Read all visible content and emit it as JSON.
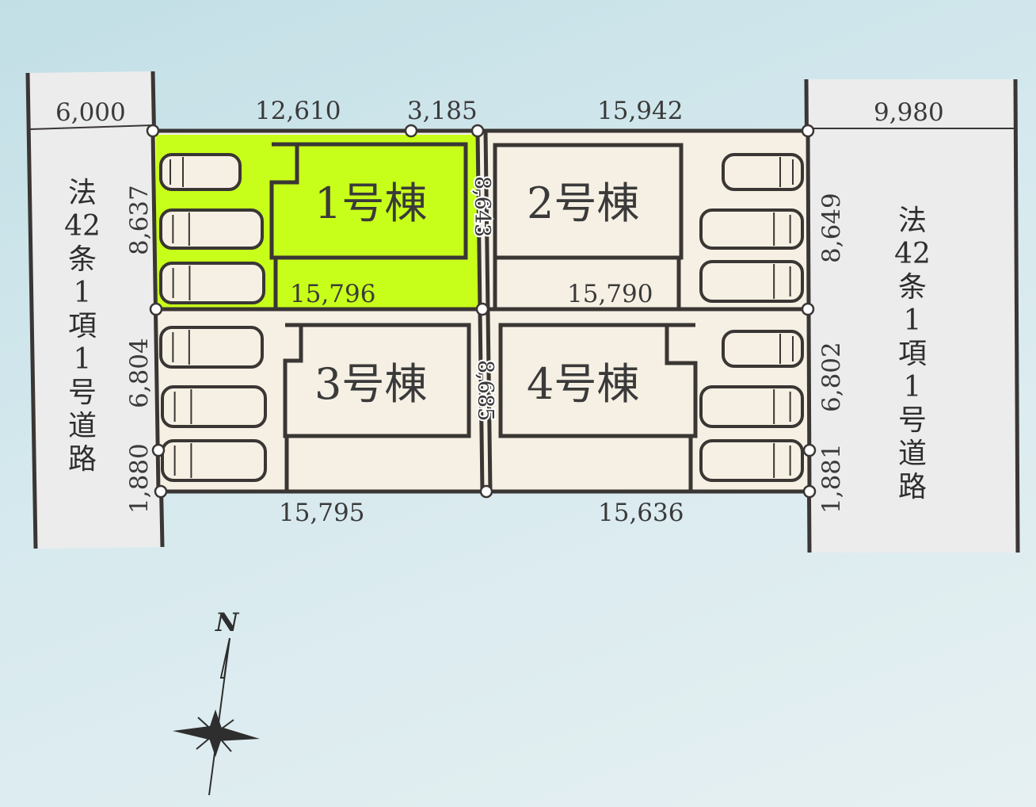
{
  "roads": {
    "left": {
      "label": [
        "法",
        "42",
        "条",
        "1",
        "項",
        "1",
        "号",
        "道",
        "路"
      ],
      "width": "6,000"
    },
    "right": {
      "label": [
        "法",
        "42",
        "条",
        "1",
        "項",
        "1",
        "号",
        "道",
        "路"
      ],
      "width": "9,980"
    }
  },
  "dimensions": {
    "top_1": "12,610",
    "top_2": "3,185",
    "top_3": "15,942",
    "lot1_bottom": "15,796",
    "lot2_bottom": "15,790",
    "bottom_1": "15,795",
    "bottom_2": "15,636",
    "left_1": "8,637",
    "left_2": "6,804",
    "left_3": "1,880",
    "right_1": "8,649",
    "right_2": "6,802",
    "right_3": "1,881",
    "center_1": "8,643",
    "center_2": "8,685"
  },
  "buildings": [
    "1号棟",
    "2号棟",
    "3号棟",
    "4号棟"
  ],
  "compass": {
    "label": "N"
  },
  "colors": {
    "highlight": "#c8ff1a",
    "lot": "#f6f0e4",
    "road": "#ececec",
    "line": "#3a3634"
  }
}
